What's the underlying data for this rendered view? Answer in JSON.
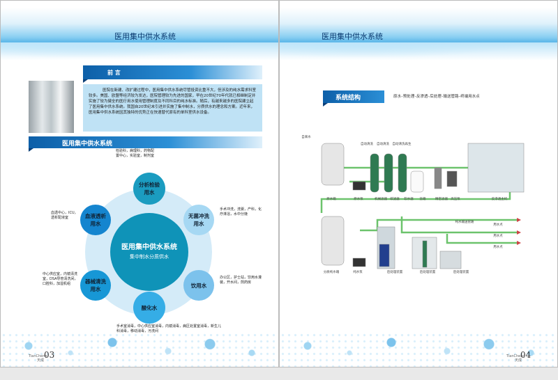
{
  "left": {
    "header_title": "医用集中供水系统",
    "preface": {
      "title": "前  言",
      "body": "医院在新建、改扩建过程中，医用集中供水系统尽管投资比重不大，但涉及的纯水需求科室较多。美国、欧盟等经济较为发达，医院管理较为先进的国家，早在20世纪70年代就已相继制定并实施了较为健全的医疗用水使用管理制度及不同科目的纯水标准。随后，有越来越多的医院建立起了医用集中供水系统。我国自20世纪末引进并实施了集中制水，分质供水的理念和方案。近年来，医用集中供水系统因其独特的优势正在快速替代原有的单科室供水设备。"
    },
    "section_title": "医用集中供水系统",
    "center": {
      "title": "医用集中供水系统",
      "subtitle": "集中制水分质供水"
    },
    "nodes": [
      {
        "label": "分析检验用水",
        "desc": "检验科，病理科，药物配置中心，实验室，制剂室",
        "color": "#1b9cc0"
      },
      {
        "label": "无菌冲洗用水",
        "desc": "手术冲洗，洗婴，产科，化疗淋浴，水中分娩",
        "color": "#a6d8f3"
      },
      {
        "label": "饮用水",
        "desc": "办公区，护士站，饮用水灌装，开水间，煎药房",
        "color": "#7cc2ec"
      },
      {
        "label": "酸化水",
        "desc": "手术室消毒，中心供应室消毒，内镜消毒，病区处置室消毒，新生儿科消毒，移动消毒，污洗间",
        "color": "#35ade6"
      },
      {
        "label": "器械清洗用水",
        "desc": "中心供应室，内镜清洗室，DSA导管清洗间，口腔科，加湿机组",
        "color": "#1797d6"
      },
      {
        "label": "血液透析用水",
        "desc": "血透中心，ICU，透析配液室",
        "color": "#1585cf"
      }
    ],
    "page_number": "03",
    "brand_en": "TianCheng",
    "brand_cn": "天成"
  },
  "right": {
    "header_title": "医用集中供水系统",
    "section_title": "系统结构",
    "flow": "原水–预处理–反渗透–后处理–输送管路–终端用水点",
    "labels": {
      "tap": "自来水",
      "auto1": "自动清洗",
      "auto2": "自动清洗",
      "auto3": "自动清洗再生",
      "row1": [
        "原水箱",
        "原水泵",
        "机械滤器",
        "碳滤器",
        "软水器",
        "盐箱",
        "精密滤器",
        "高压泵",
        "反渗透主机"
      ],
      "row2": [
        "分质纯水箱",
        "纯水泵",
        "后处理装置",
        "后处理装置",
        "后处理装置"
      ],
      "pipe": "纯水输送管路",
      "points": [
        "用水点",
        "用水点",
        "用水点"
      ]
    },
    "page_number": "04",
    "brand_en": "TianCheng",
    "brand_cn": "天成"
  },
  "colors": {
    "brand_blue": "#0d5fa8",
    "center": "#0f93b8",
    "pipe": "#6cc36c"
  }
}
